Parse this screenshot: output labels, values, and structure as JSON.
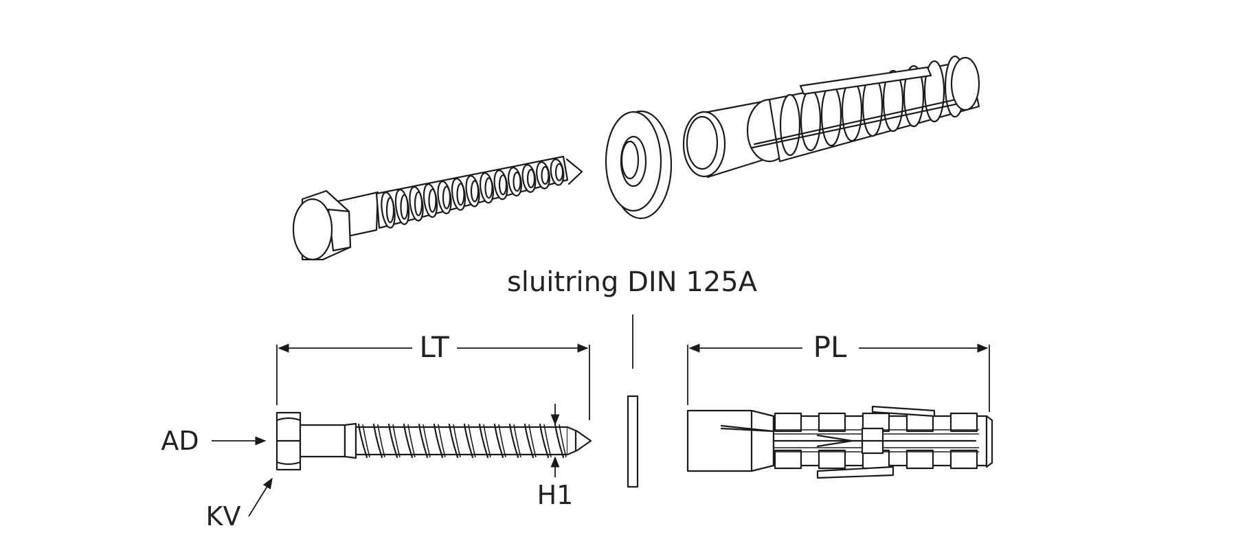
{
  "labels": {
    "washer": "sluitring DIN 125A",
    "screw_length": "LT",
    "plug_length": "PL",
    "head_width": "AD",
    "head_corner": "KV",
    "thread_diameter": "H1"
  }
}
